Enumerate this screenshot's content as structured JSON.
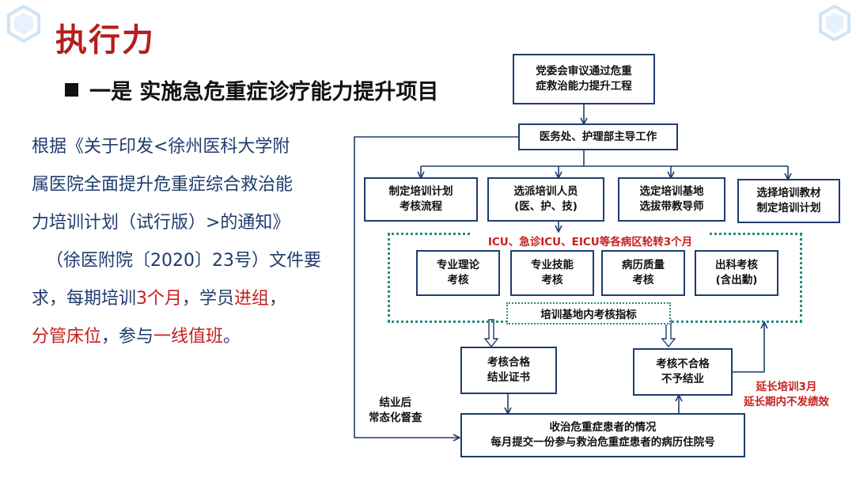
{
  "title": "执行力",
  "subtitle": "一是 实施急危重症诊疗能力提升项目",
  "paragraph": {
    "l1": "根据《关于印发<徐州医科大学附",
    "l2": "属医院全面提升危重症综合救治能",
    "l3": "力培训计划（试行版）>的通知》",
    "l4": "（徐医附院〔2020〕23号）文件要",
    "l5a": "求，每期培训",
    "l5b": "3个月",
    "l5c": "，学员",
    "l5d": "进组",
    "l5e": "，",
    "l6a": "分管床位",
    "l6b": "，参与",
    "l6c": "一线值班",
    "l6d": "。"
  },
  "flow": {
    "party": {
      "l1": "党委会审议通过危重",
      "l2": "症救治能力提升工程"
    },
    "lead": "医务处、护理部主导工作",
    "plan": {
      "l1": "制定培训计划",
      "l2": "考核流程"
    },
    "select_staff": {
      "l1": "选派培训人员",
      "l2": "(医、护、技)"
    },
    "base": {
      "l1": "选定培训基地",
      "l2": "选拔带教导师"
    },
    "material": {
      "l1": "选择培训教材",
      "l2": "制定培训计划"
    },
    "rotation": "ICU、急诊ICU、EICU等各病区轮转3个月",
    "theory": {
      "l1": "专业理论",
      "l2": "考核"
    },
    "skill": {
      "l1": "专业技能",
      "l2": "考核"
    },
    "record": {
      "l1": "病历质量",
      "l2": "考核"
    },
    "attendance": {
      "l1": "出科考核",
      "l2": "(含出勤)"
    },
    "index": "培训基地内考核指标",
    "pass": {
      "l1": "考核合格",
      "l2": "结业证书"
    },
    "fail": {
      "l1": "考核不合格",
      "l2": "不予结业"
    },
    "extend": {
      "l1": "延长培训3月",
      "l2": "延长期内不发绩效"
    },
    "supervise": {
      "l1": "结业后",
      "l2": "常态化督查"
    },
    "report": {
      "l1": "收治危重症患者的情况",
      "l2": "每月提交一份参与救治危重症患者的病历住院号"
    }
  },
  "colors": {
    "title": "#b41e1e",
    "text": "#1f3c6e",
    "highlight": "#c81e1e",
    "box_border": "#1f3c6e",
    "dotted": "#2a8a86"
  }
}
